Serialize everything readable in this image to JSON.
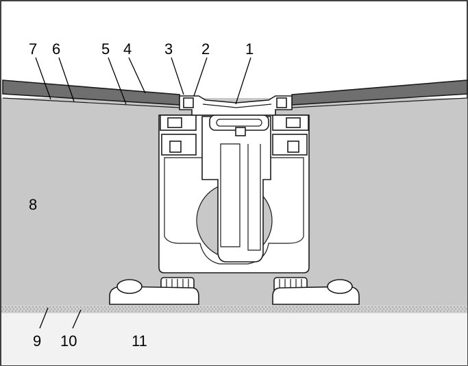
{
  "colors": {
    "background": "#ffffff",
    "cavity_fill": "#c8c8c8",
    "board_fill": "#6f6f6f",
    "floor_fill": "#f2f2f2",
    "screed_fill": "#d0d0d0",
    "line": "#1a1a1a"
  },
  "callouts": [
    {
      "id": "c1",
      "label": "1"
    },
    {
      "id": "c2",
      "label": "2"
    },
    {
      "id": "c3",
      "label": "3"
    },
    {
      "id": "c4",
      "label": "4"
    },
    {
      "id": "c5",
      "label": "5"
    },
    {
      "id": "c6",
      "label": "6"
    },
    {
      "id": "c7",
      "label": "7"
    },
    {
      "id": "c8",
      "label": "8"
    },
    {
      "id": "c9",
      "label": "9"
    },
    {
      "id": "c10",
      "label": "10"
    },
    {
      "id": "c11",
      "label": "11"
    }
  ]
}
